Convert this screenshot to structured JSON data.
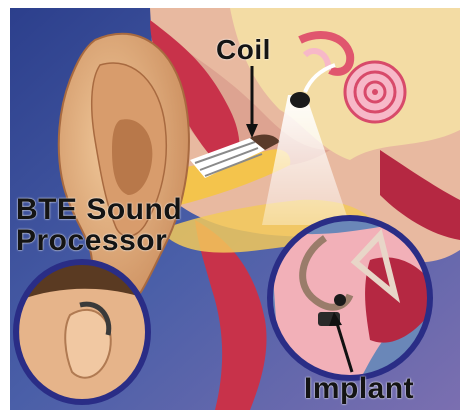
{
  "labels": {
    "coil": "Coil",
    "bte_sound_processor": [
      "BTE Sound",
      "Processor"
    ],
    "implant": "Implant"
  },
  "colors": {
    "frame_background": "#ffffff",
    "sky_blue": "#4a5fa8",
    "ear_skin": "#e2b486",
    "flesh_red": "#c8324a",
    "bone_cream": "#f3dca4",
    "canal_yellow": "#f4c44c",
    "inset_border": "#2a2d86",
    "label_text": "#141414"
  },
  "icons": [
    "cochlea-icon",
    "coil-icon",
    "implant-electrode-icon",
    "bte-processor-icon"
  ]
}
